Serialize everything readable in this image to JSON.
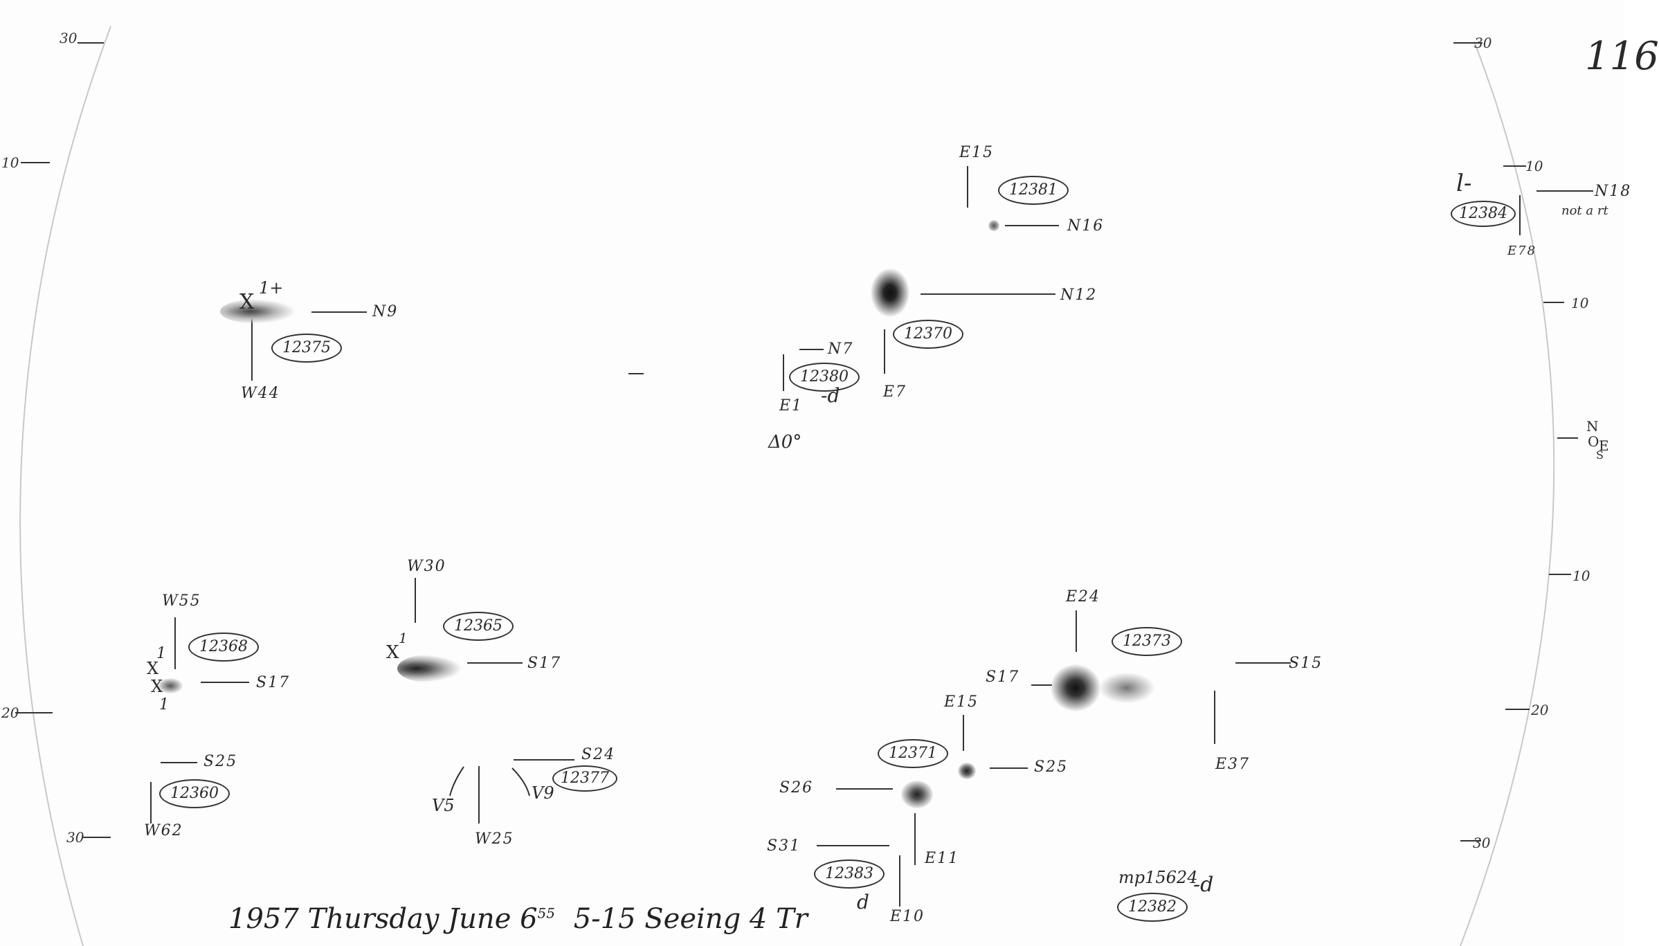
{
  "page_number": "116",
  "caption": {
    "text": "1957 Thursday June 6",
    "time_sup": "55",
    "rest": "5-15 Seeing 4 Tr"
  },
  "limb_ticks": {
    "left": [
      "30",
      "10",
      "20",
      "30"
    ],
    "right": [
      "30",
      "10",
      "10",
      "10",
      "20",
      "30"
    ]
  },
  "orientation": {
    "n": "N",
    "o": "O",
    "e": "E",
    "s": "S"
  },
  "angle_note": "Δ0°",
  "groups": [
    {
      "id": "12375",
      "labels": [
        "N9",
        "W44"
      ],
      "marks": [
        "X",
        "1+"
      ]
    },
    {
      "id": "12381",
      "labels": [
        "E15",
        "N16"
      ]
    },
    {
      "id": "12370",
      "labels": [
        "N12",
        "E7"
      ]
    },
    {
      "id": "12380",
      "labels": [
        "N7",
        "E1"
      ],
      "suffix": "-d"
    },
    {
      "id": "12384",
      "labels": [
        "N18",
        "E78"
      ],
      "prefix": "l-",
      "note": "not a rt"
    },
    {
      "id": "12368",
      "labels": [
        "W55",
        "S17"
      ],
      "marks": [
        "X",
        "X",
        "1",
        "1"
      ]
    },
    {
      "id": "12365",
      "labels": [
        "W30",
        "S17"
      ],
      "marks": [
        "X",
        "1"
      ]
    },
    {
      "id": "12360",
      "labels": [
        "S25",
        "W62"
      ]
    },
    {
      "id": "12377",
      "labels": [
        "S24",
        "W25"
      ],
      "marks": [
        "V5",
        "V9"
      ]
    },
    {
      "id": "12373",
      "labels": [
        "E24",
        "S15",
        "S17",
        "E15",
        "E37"
      ]
    },
    {
      "id": "12371",
      "labels": [
        "S25",
        "S26"
      ]
    },
    {
      "id": "12383",
      "labels": [
        "S31",
        "E11",
        "E10"
      ],
      "suffix": "d"
    },
    {
      "id": "12382",
      "labels": [],
      "note": "mp15624",
      "suffix": "-d"
    }
  ]
}
